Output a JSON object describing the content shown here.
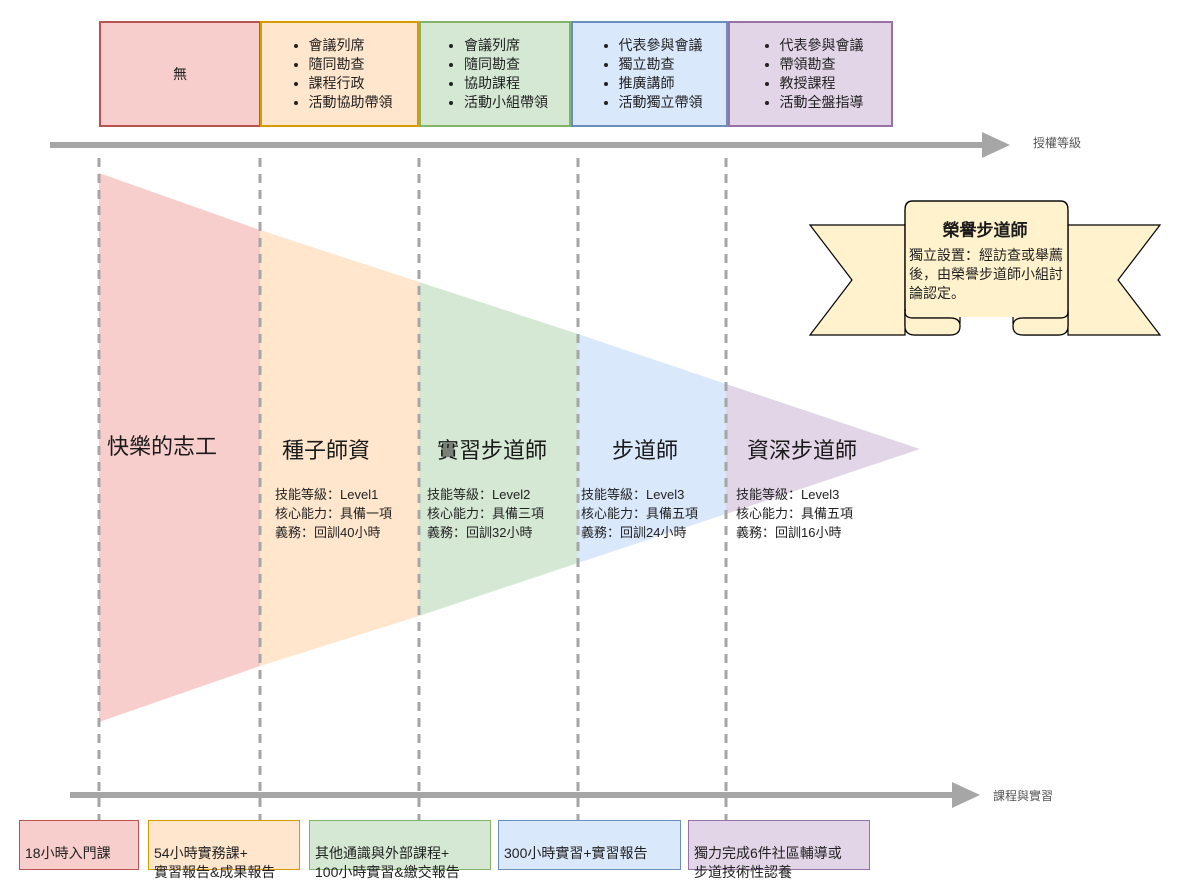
{
  "top_boxes": [
    {
      "items": [
        "無"
      ],
      "color": "#f8cecc",
      "border": "#b85450"
    },
    {
      "items": [
        "會議列席",
        "隨同勘查",
        "課程行政",
        "活動協助帶領"
      ],
      "color": "#ffe6cc",
      "border": "#d79b00"
    },
    {
      "items": [
        "會議列席",
        "隨同勘查",
        "協助課程",
        "活動小組帶領"
      ],
      "color": "#d5e8d4",
      "border": "#82b366"
    },
    {
      "items": [
        "代表參與會議",
        "獨立勘查",
        "推廣講師",
        "活動獨立帶領"
      ],
      "color": "#dae8fc",
      "border": "#6c8ebf"
    },
    {
      "items": [
        "代表參與會議",
        "帶領勘查",
        "教授課程",
        "活動全盤指導"
      ],
      "color": "#e1d5e7",
      "border": "#9673a6"
    }
  ],
  "axis_top_label": "授權等級",
  "axis_bottom_label": "課程與實習",
  "levels": [
    {
      "title": "快樂的志工"
    },
    {
      "title": "種子師資",
      "skill": "技能等級：Level1",
      "core": "核心能力：具備一項",
      "duty": "義務：回訓40小時"
    },
    {
      "title": "實習步道師",
      "skill": "技能等級：Level2",
      "core": "核心能力：具備三項",
      "duty": "義務：回訓32小時"
    },
    {
      "title": "步道師",
      "skill": "技能等級：Level3",
      "core": "核心能力：具備五項",
      "duty": "義務：回訓24小時"
    },
    {
      "title": "資深步道師",
      "skill": "技能等級：Level3",
      "core": "核心能力：具備五項",
      "duty": "義務：回訓16小時"
    }
  ],
  "honor": {
    "title": "榮譽步道師",
    "text": "獨立設置：經訪查或舉薦後，由榮譽步道師小組討論認定。",
    "color": "#fff2cc",
    "border": "#000000"
  },
  "bottom_boxes": [
    {
      "text": "18小時入門課",
      "color": "#f8cecc",
      "border": "#b85450"
    },
    {
      "text": "54小時實務課+\n實習報告&成果報告",
      "color": "#ffe6cc",
      "border": "#d79b00"
    },
    {
      "text": "其他通識與外部課程+\n100小時實習&繳交報告",
      "color": "#d5e8d4",
      "border": "#82b366"
    },
    {
      "text": "300小時實習+實習報告",
      "color": "#dae8fc",
      "border": "#6c8ebf"
    },
    {
      "text": "獨力完成6件社區輔導或\n步道技術性認養",
      "color": "#e1d5e7",
      "border": "#9673a6"
    }
  ],
  "colors": {
    "pink": "#f8cecc",
    "orange": "#ffe6cc",
    "green": "#d5e8d4",
    "blue": "#dae8fc",
    "purple": "#e1d5e7",
    "arrow": "#a6a6a6",
    "dash": "#a6a6a6"
  }
}
